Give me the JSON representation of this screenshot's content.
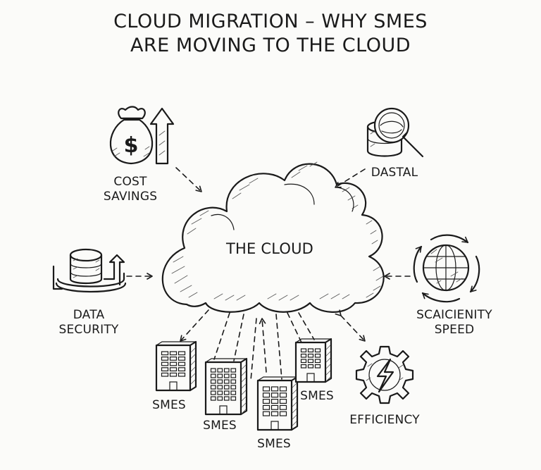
{
  "title": {
    "line1": "CLOUD MIGRATION – WHY SMES",
    "line2": "ARE MOVING TO THE CLOUD"
  },
  "center": {
    "label": "THE CLOUD"
  },
  "benefits": {
    "cost_savings": {
      "line1": "COST",
      "line2": "SAVINGS",
      "icon": "money-bag-icon"
    },
    "dastal": {
      "label": "DASTAL",
      "icon": "database-magnifier-icon"
    },
    "data_security": {
      "line1": "DATA",
      "line2": "SECURITY",
      "icon": "database-server-icon"
    },
    "speed": {
      "line1": "SCAICIENITY",
      "line2": "SPEED",
      "icon": "globe-cycle-icon"
    },
    "efficiency": {
      "label": "EFFICIENCY",
      "icon": "gear-lightning-icon"
    }
  },
  "smes": {
    "label_1": "SMES",
    "label_2": "SMES",
    "label_3": "SMES",
    "label_4": "SMES",
    "icon": "office-building-icon"
  },
  "colors": {
    "ink": "#1a1a1a",
    "paper": "#fbfbf9"
  }
}
